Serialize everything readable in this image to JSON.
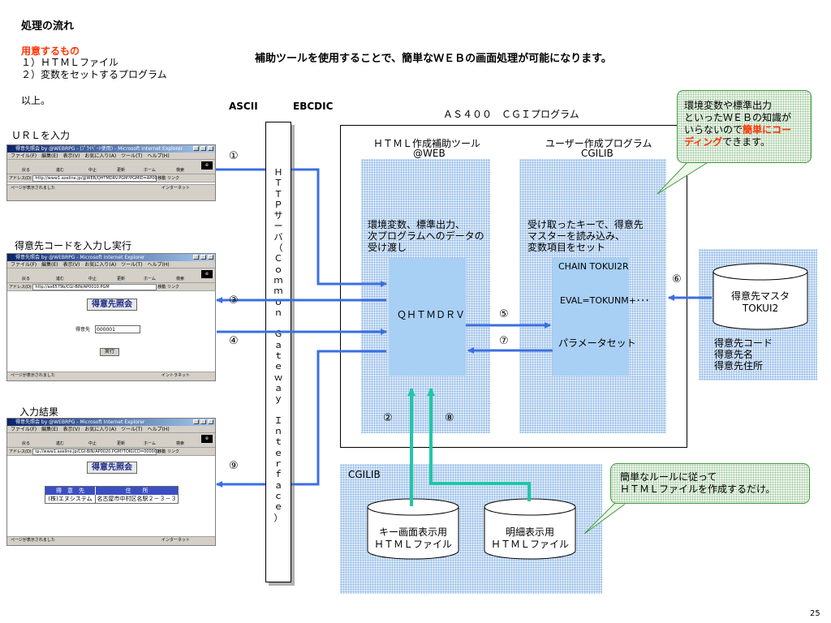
{
  "page": {
    "title": "処理の流れ",
    "required_heading": "用意するもの",
    "required_items": [
      "１）ＨＴＭＬファイル",
      "２）変数をセットするプログラム"
    ],
    "closing": "以上。",
    "headline": "補助ツールを使用することで、簡単なＷＥＢの画面処理が可能になります。",
    "page_number": "25"
  },
  "labels": {
    "ascii": "ASCII",
    "ebcdic": "EBCDIC",
    "as400_title": "ＡＳ４００　ＣＧＩプログラム",
    "tool_title_1": "ＨＴＭＬ作成補助ツール",
    "tool_title_2": "@WEB",
    "user_title_1": "ユーザー作成プログラム",
    "user_title_2": "CGILIB",
    "tool_desc": [
      "環境変数、標準出力、",
      "次プログラムへのデータの",
      "受け渡し"
    ],
    "user_desc": [
      "受け取ったキーで、得意先",
      "マスターを読み込み、",
      "変数項目をセット"
    ],
    "qhtmdrv": "ＱＨＴＭＤＲＶ",
    "chain": "CHAIN TOKUI2R",
    "eval": "EVAL=TOKUNM+･･･",
    "param_set": "パラメータセット",
    "master_name_1": "得意先マスタ",
    "master_name_2": "TOKUI2",
    "master_fields": [
      "得意先コード",
      "得意先名",
      "得意先住所"
    ],
    "cgilib": "CGILIB",
    "key_html_1": "キー画面表示用",
    "key_html_2": "ＨＴＭＬファイル",
    "detail_html_1": "明細表示用",
    "detail_html_2": "ＨＴＭＬファイル",
    "url_input": "ＵＲＬを入力",
    "code_input": "得意先コードを入力し実行",
    "result": "入力結果",
    "http_server_vertical": [
      "Ｈ",
      "Ｔ",
      "Ｔ",
      "Ｐ",
      "サ",
      "ー",
      "バ",
      "（",
      "Ｃ",
      "ｏ",
      "ｍ",
      "ｍ",
      "ｏ",
      "ｎ",
      "　",
      "Ｇ",
      "ａ",
      "ｔ",
      "ｅ",
      "ｗ",
      "ａ",
      "ｙ",
      "　",
      "Ｉ",
      "ｎ",
      "ｔ",
      "ｅ",
      "ｒ",
      "ｆ",
      "ａ",
      "ｃ",
      "ｅ",
      "）"
    ]
  },
  "steps": {
    "s1": "①",
    "s2": "②",
    "s3": "③",
    "s4": "④",
    "s5": "⑤",
    "s6": "⑥",
    "s7": "⑦",
    "s8": "⑧",
    "s9": "⑨"
  },
  "callouts": {
    "top_right": {
      "pre": [
        "環境変数や標準出力",
        "といったＷＥＢの知識が",
        "いらないので"
      ],
      "highlight_1": "簡単にコー",
      "highlight_2": "ディング",
      "post": "できます。"
    },
    "bottom_right": [
      "簡単なルールに従って",
      "ＨＴＭＬファイルを作成するだけ。"
    ]
  },
  "browsers": {
    "b1": {
      "title": "得意先照会 by @WEBRPG - (ﾌﾟﾗｲﾍﾞｰﾄ使用) - Microsoft Internet Explorer",
      "menu": "ファイル(F)　編集(E)　表示(V)　お気に入り(A)　ツール(T)　ヘルプ(H)",
      "tools": [
        "戻る",
        "進む",
        "中止",
        "更新",
        "ホーム",
        "検索"
      ],
      "address_label": "アドレス(D)",
      "url": "http://www1.axeline.jp/@WEB/QHTMDRV.PGM?PGMID=AP00",
      "go": "移動",
      "links": "リンク",
      "status": "ページが表示されました",
      "zone": "インターネット"
    },
    "b2": {
      "title": "得意先照会 by @WEBRPG - Microsoft Internet Explorer",
      "menu": "ファイル(F)　編集(E)　表示(V)　お気に入り(A)　ツール(T)　ヘルプ(H)",
      "tools": [
        "戻る",
        "進む",
        "中止",
        "更新",
        "ホーム",
        "検索"
      ],
      "address_label": "アドレス(D)",
      "url": "http://as6579b/CGI-BIN/AP0010.PGM",
      "go": "移動",
      "links": "リンク",
      "heading": "得意先照会",
      "field_label": "得意先",
      "field_value": "000001",
      "button": "実行",
      "status": "ページが表示されました",
      "zone": "イントラネット"
    },
    "b3": {
      "title": "得意先照会 by @WEBRPG - Microsoft Internet Explorer",
      "menu": "ファイル(F)　編集(E)　表示(V)　お気に入り(A)　ツール(T)　ヘルプ(H)",
      "tools": [
        "戻る",
        "進む",
        "中止",
        "更新",
        "ホーム",
        "検索"
      ],
      "address_label": "アドレス(D)",
      "url": "tp://www1.axeline.jp/CGI-BIN/AP0020.PGM?TOKUCD=000001",
      "go": "移動",
      "links": "リンク",
      "heading": "得意先照会",
      "col1": "得　意　先",
      "col2": "住　　所",
      "cell1": "(株)エヌシステム",
      "cell2": "名古屋市中村区名駅２－３－３",
      "status": "ページが表示されました",
      "zone": "インターネット"
    }
  },
  "colors": {
    "blue_arrow": "#3b6fe0",
    "green_arrow": "#1fc7a6",
    "red_text": "#ff3300",
    "callout_border": "#3f9a3f"
  }
}
